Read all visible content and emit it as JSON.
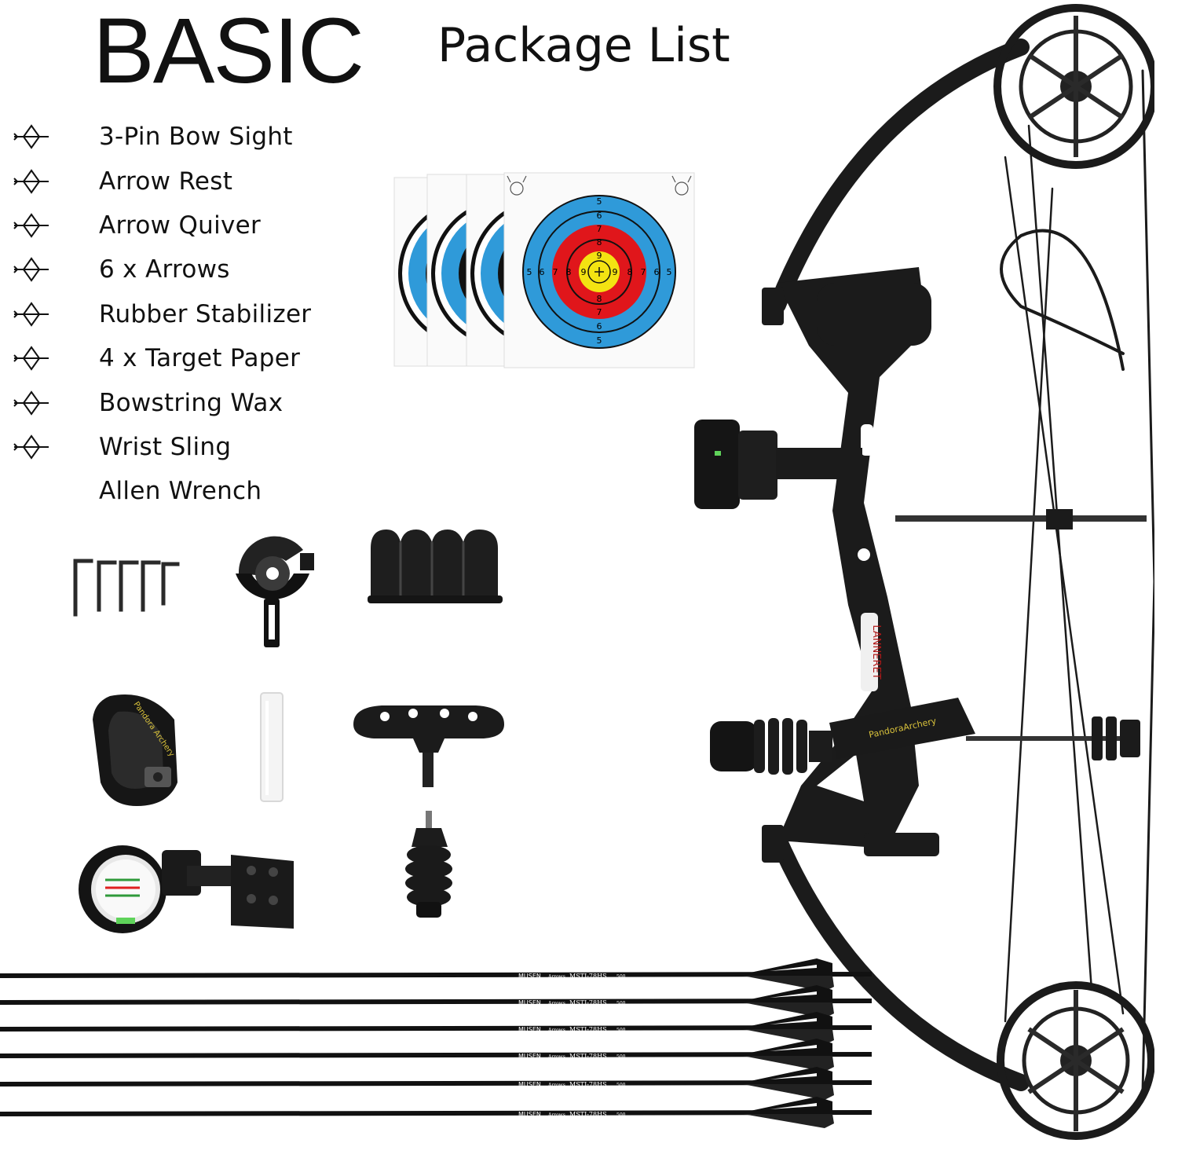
{
  "header": {
    "title": "BASIC",
    "subtitle": "Package List"
  },
  "package_list": {
    "bullet_icon": "arrow-target-bullet-icon",
    "items": [
      {
        "label": "3-Pin Bow Sight",
        "bullet": true
      },
      {
        "label": "Arrow Rest",
        "bullet": true
      },
      {
        "label": "Arrow Quiver",
        "bullet": true
      },
      {
        "label": "6 x Arrows",
        "bullet": true
      },
      {
        "label": "Rubber Stabilizer",
        "bullet": true
      },
      {
        "label": "4 x Target Paper",
        "bullet": true
      },
      {
        "label": "Bowstring Wax",
        "bullet": true
      },
      {
        "label": "Wrist Sling",
        "bullet": true
      },
      {
        "label": "Allen Wrench",
        "bullet": false
      }
    ]
  },
  "target_paper": {
    "count": 4,
    "ring_numbers": [
      "5",
      "6",
      "7",
      "8",
      "9"
    ],
    "colors": {
      "outer": "#2f9ad9",
      "red": "#e0161b",
      "yellow": "#f3e312",
      "black": "#111111"
    }
  },
  "bow": {
    "riser_brand": "LANNERET",
    "sling_brand": "PandoraArchery",
    "color": "#1b1b1b"
  },
  "wrist_sling": {
    "brand": "Pandora Archery"
  },
  "arrows": {
    "count": 6,
    "brand": "MUSEN",
    "series": "Arrows",
    "model": "MSTJ-78HS",
    "spine": "500"
  }
}
